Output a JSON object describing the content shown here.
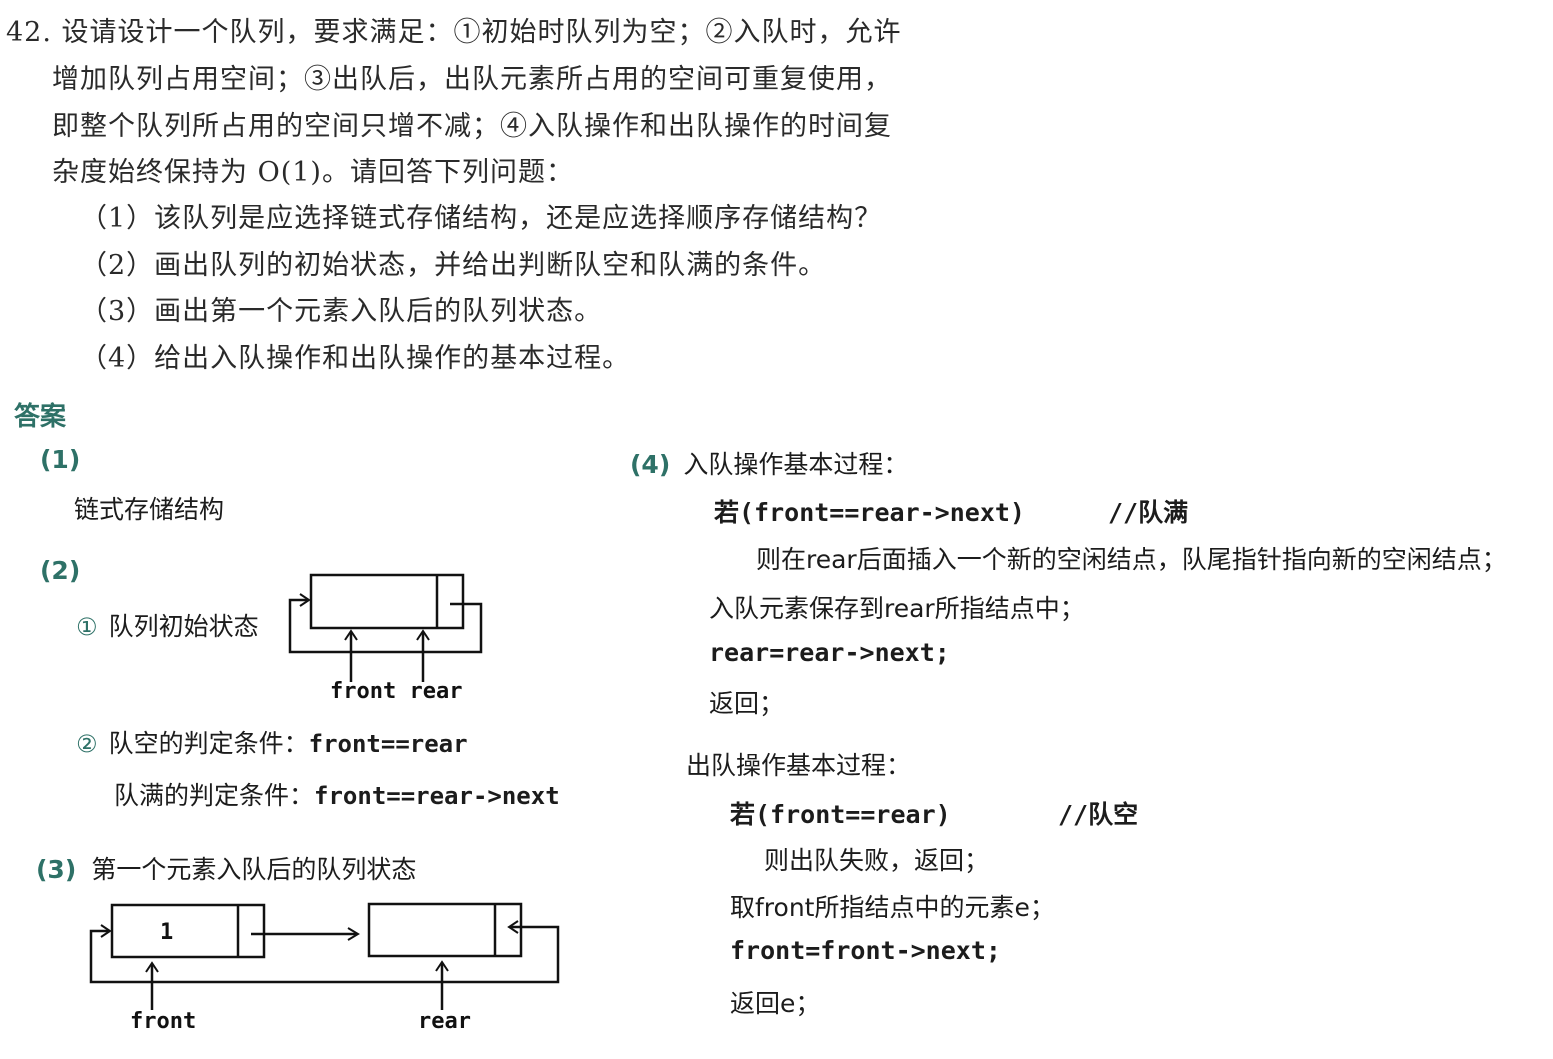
{
  "question": {
    "lines": [
      "42. 设请设计一个队列，要求满足：①初始时队列为空；②入队时，允许",
      "增加队列占用空间；③出队后，出队元素所占用的空间可重复使用，",
      "即整个队列所占用的空间只增不减；④入队操作和出队操作的时间复",
      "杂度始终保持为 O(1)。请回答下列问题："
    ],
    "sub": [
      "（1）该队列是应选择链式存储结构，还是应选择顺序存储结构？",
      "（2）画出队列的初始状态，并给出判断队空和队满的条件。",
      "（3）画出第一个元素入队后的队列状态。",
      "（4）给出入队操作和出队操作的基本过程。"
    ]
  },
  "answer": {
    "heading": "答案",
    "p1": {
      "num": "(1)",
      "text": "链式存储结构"
    },
    "p2": {
      "num": "(2)",
      "item1_mark": "①",
      "item1_text": "队列初始状态",
      "label_front_rear": "front rear",
      "item2_mark": "②",
      "empty_text": "队空的判定条件：",
      "empty_code": "front==rear",
      "full_text": "队满的判定条件：",
      "full_code": "front==rear->next"
    },
    "p3": {
      "num": "(3)",
      "text": "第一个元素入队后的队列状态",
      "node_value": "1",
      "label_front": "front",
      "label_rear": "rear"
    },
    "p4": {
      "num": "(4)",
      "enqueue_title": "入队操作基本过程：",
      "enq_if": "若(front==rear->next)",
      "enq_comment": "//队满",
      "enq_then": "则在rear后面插入一个新的空闲结点，队尾指针指向新的空闲结点；",
      "enq_save": "入队元素保存到rear所指结点中；",
      "enq_move": "rear=rear->next;",
      "enq_return": "返回；",
      "dequeue_title": "出队操作基本过程：",
      "deq_if": "若(front==rear)",
      "deq_comment": "//队空",
      "deq_then": "则出队失败，返回；",
      "deq_take": "取front所指结点中的元素e；",
      "deq_move": "front=front->next;",
      "deq_return": "返回e；"
    }
  }
}
